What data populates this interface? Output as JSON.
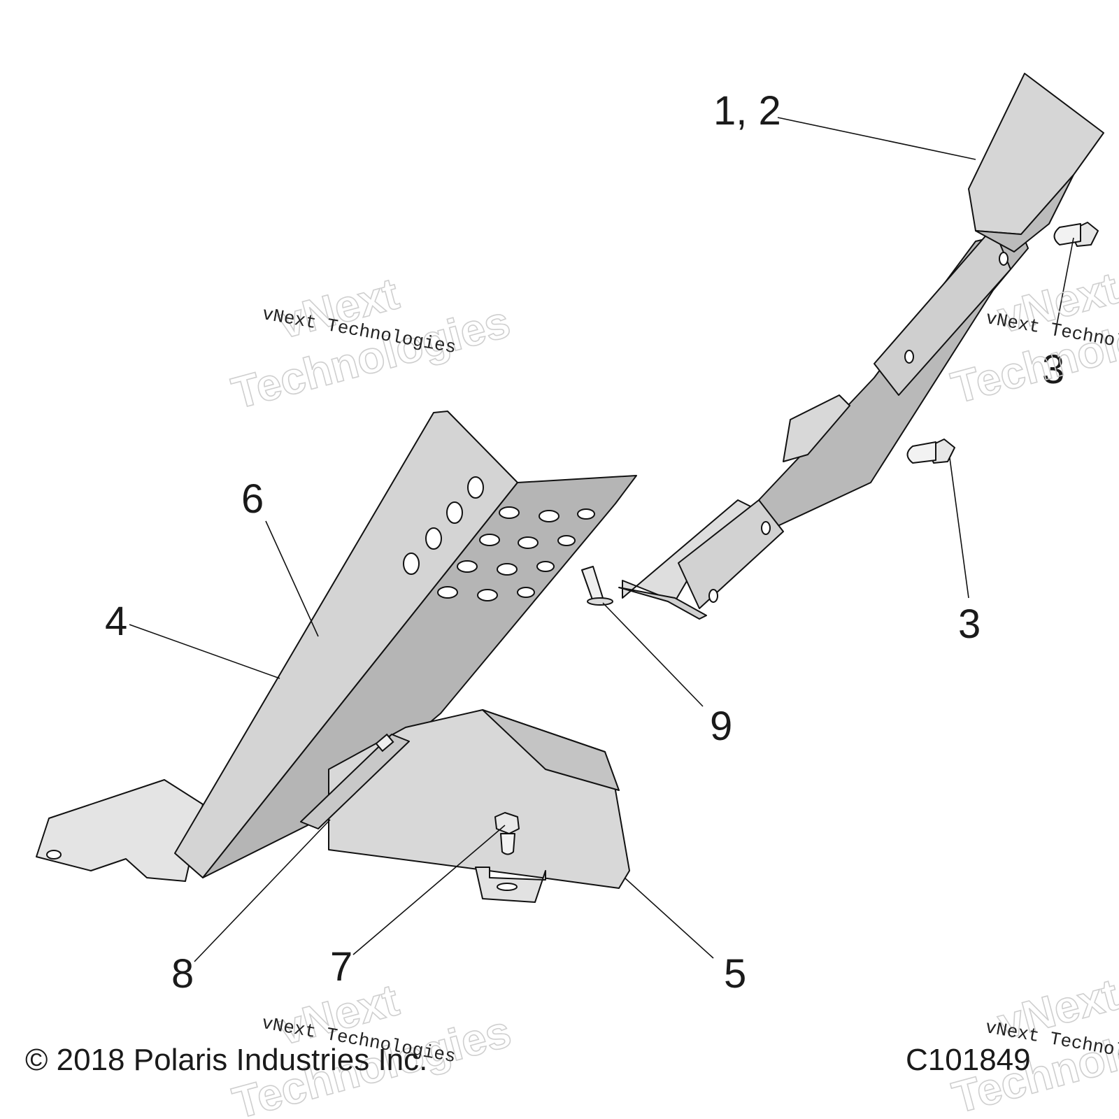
{
  "callouts": {
    "c12": "1, 2",
    "c3a": "3",
    "c3b": "3",
    "c4": "4",
    "c5": "5",
    "c6": "6",
    "c7": "7",
    "c8": "8",
    "c9": "9"
  },
  "footer": {
    "copyright": "© 2018 Polaris Industries Inc.",
    "drawing_id": "C101849"
  },
  "watermark": {
    "line1": "vNext",
    "line2": "Technologies",
    "small": "vNext Technologies"
  },
  "colors": {
    "part_light": "#d6d6d6",
    "part_mid": "#b7b7b7",
    "part_dark": "#a2a2a2",
    "line": "#111111",
    "watermark": "#cfcfcf"
  }
}
